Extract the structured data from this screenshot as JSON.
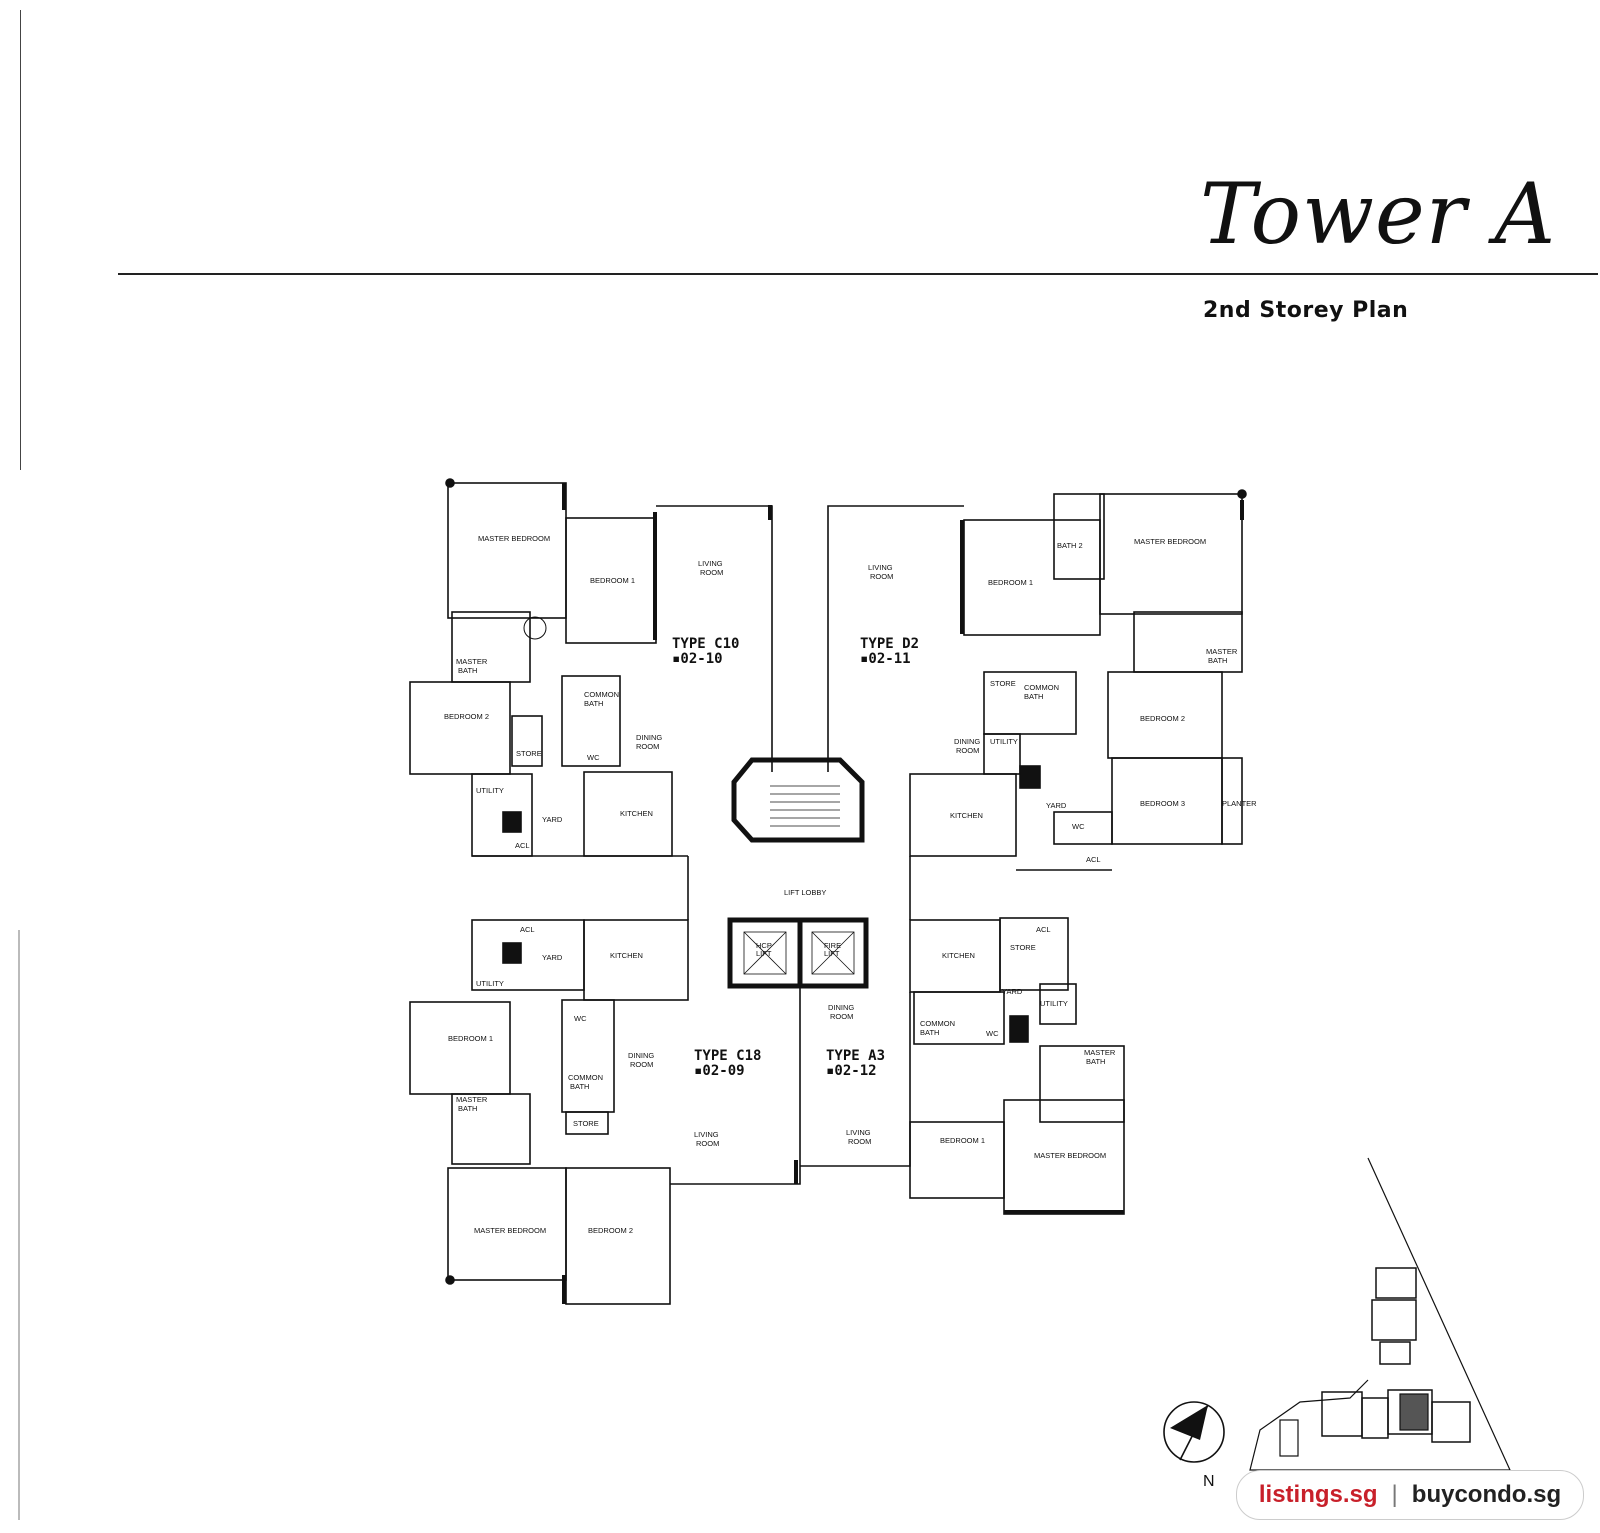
{
  "header": {
    "title": "Tower A",
    "subtitle": "2nd Storey Plan"
  },
  "units": [
    {
      "type": "TYPE C10",
      "number": "▪02-10"
    },
    {
      "type": "TYPE D2",
      "number": "▪02-11"
    },
    {
      "type": "TYPE C18",
      "number": "▪02-09"
    },
    {
      "type": "TYPE A3",
      "number": "▪02-12"
    }
  ],
  "rooms": {
    "c10": {
      "master_bedroom": "MASTER BEDROOM",
      "bedroom1": "BEDROOM 1",
      "living": "LIVING",
      "room": "ROOM",
      "master": "MASTER",
      "bath": "BATH",
      "bedroom2": "BEDROOM 2",
      "common": "COMMON",
      "dining": "DINING",
      "dining_room": "ROOM",
      "store": "STORE",
      "wc": "WC",
      "utility": "UTILITY",
      "yard": "YARD",
      "acl": "ACL",
      "kitchen": "KITCHEN"
    },
    "d2": {
      "living": "LIVING",
      "room": "ROOM",
      "bedroom1": "BEDROOM 1",
      "bath2": "BATH 2",
      "master_bedroom": "MASTER BEDROOM",
      "master": "MASTER",
      "bath": "BATH",
      "store": "STORE",
      "common": "COMMON",
      "dining": "DINING",
      "dining_room": "ROOM",
      "utility": "UTILITY",
      "bedroom2": "BEDROOM 2",
      "yard": "YARD",
      "wc": "WC",
      "bedroom3": "BEDROOM 3",
      "planter": "PLANTER",
      "acl": "ACL",
      "kitchen": "KITCHEN"
    },
    "core": {
      "lift_lobby": "LIFT LOBBY",
      "hcp": "HCP",
      "lift": "LIFT",
      "fire": "FIRE",
      "fire_lift": "LIFT"
    },
    "c18": {
      "acl": "ACL",
      "yard": "YARD",
      "kitchen": "KITCHEN",
      "utility": "UTILITY",
      "bedroom1": "BEDROOM 1",
      "wc": "WC",
      "dining": "DINING",
      "room": "ROOM",
      "common": "COMMON",
      "bath": "BATH",
      "master": "MASTER",
      "store": "STORE",
      "living": "LIVING",
      "living_room": "ROOM",
      "master_bedroom": "MASTER BEDROOM",
      "bedroom2": "BEDROOM 2"
    },
    "a3": {
      "kitchen": "KITCHEN",
      "store": "STORE",
      "acl": "ACL",
      "yard": "YARD",
      "utility": "UTILITY",
      "dining": "DINING",
      "room": "ROOM",
      "common": "COMMON",
      "bath": "BATH",
      "wc": "WC",
      "master": "MASTER",
      "living": "LIVING",
      "living_room": "ROOM",
      "bedroom1": "BEDROOM 1",
      "master_bedroom": "MASTER BEDROOM"
    }
  },
  "compass": {
    "label": "N"
  },
  "watermark": {
    "site1": "listings.sg",
    "separator": "|",
    "site2": "buycondo.sg"
  }
}
